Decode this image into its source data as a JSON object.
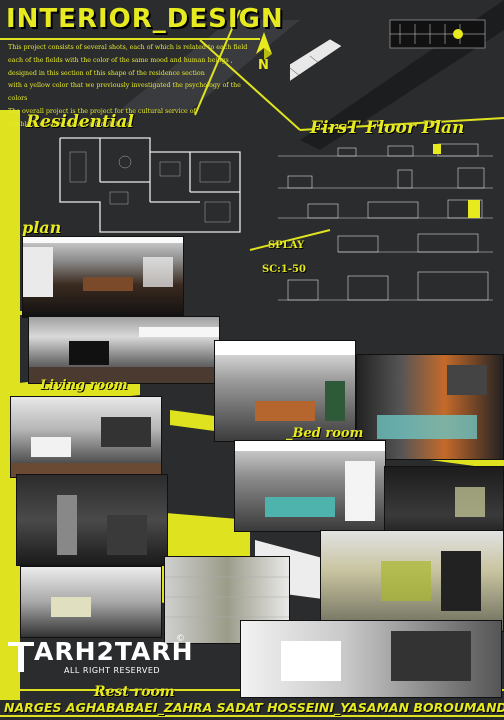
{
  "title": "INTERIOR_DESIGN",
  "description": [
    "This project consists of several shots, each of which is related to each field",
    "each of the fields with the color of the same mood and human beings ,",
    "designed in this section of this shape of the residence section",
    "with a yellow color that we previously investigated the psychology of the colors",
    "The overall project is the project for the cultural service of",
    "the black cultural services for children"
  ],
  "labels": {
    "residential": "Residential",
    "first_floor_plan": "FirsT Floor Plan",
    "plan": "plan",
    "splay": "SPLAY",
    "scale": "SC:1-50",
    "living_room": "Living room",
    "bed_room": "_Bed room",
    "rest_room": "Rest room"
  },
  "north_arrow": "N",
  "brand": {
    "name": "ARH2TARH",
    "tagline": "ALL RIGHT RESERVED",
    "mark": "©"
  },
  "authors": "NARGES AGHABABAEI_ZAHRA SADAT HOSSEINI_YASAMAN BOROUMAND",
  "colors": {
    "accent": "#e6ea1f",
    "background": "#2b2c2e"
  }
}
